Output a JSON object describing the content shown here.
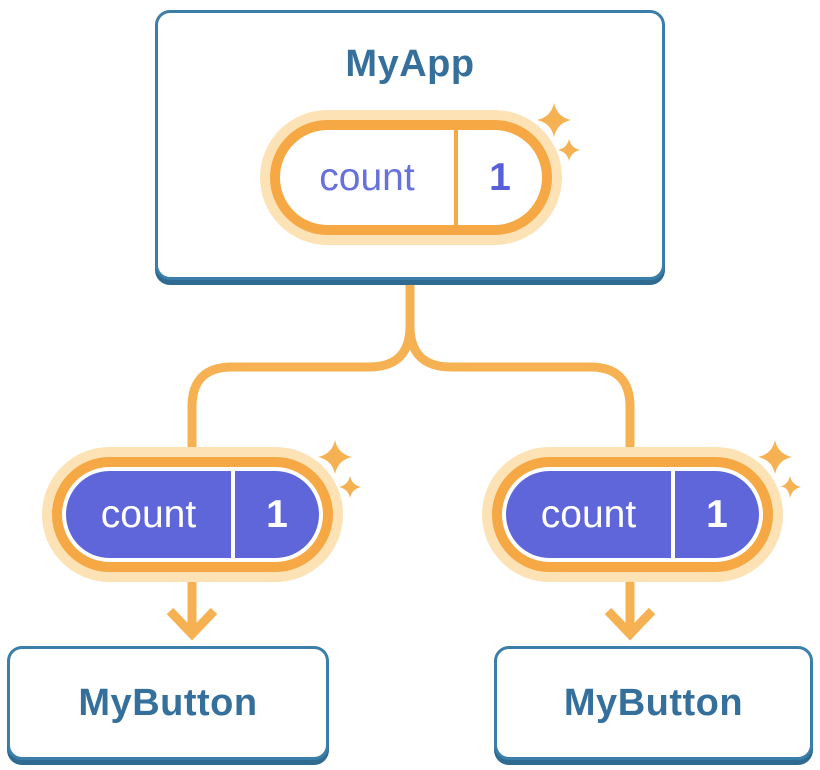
{
  "diagram": {
    "parent": {
      "title": "MyApp",
      "state": {
        "key": "count",
        "value": "1"
      }
    },
    "children": [
      {
        "title": "MyButton",
        "prop": {
          "key": "count",
          "value": "1"
        }
      },
      {
        "title": "MyButton",
        "prop": {
          "key": "count",
          "value": "1"
        }
      }
    ]
  },
  "colors": {
    "card_border": "#3B7EA9",
    "card_shadow": "#2F6B91",
    "heading": "#35709C",
    "halo": "#FCE2B5",
    "ring": "#F5A843",
    "line_orange": "#F6B152",
    "purple": "#5F66DA",
    "key_indigo": "#6671DB",
    "val_indigo": "#575FD9",
    "pill_text_light": "#FFFFFF"
  }
}
